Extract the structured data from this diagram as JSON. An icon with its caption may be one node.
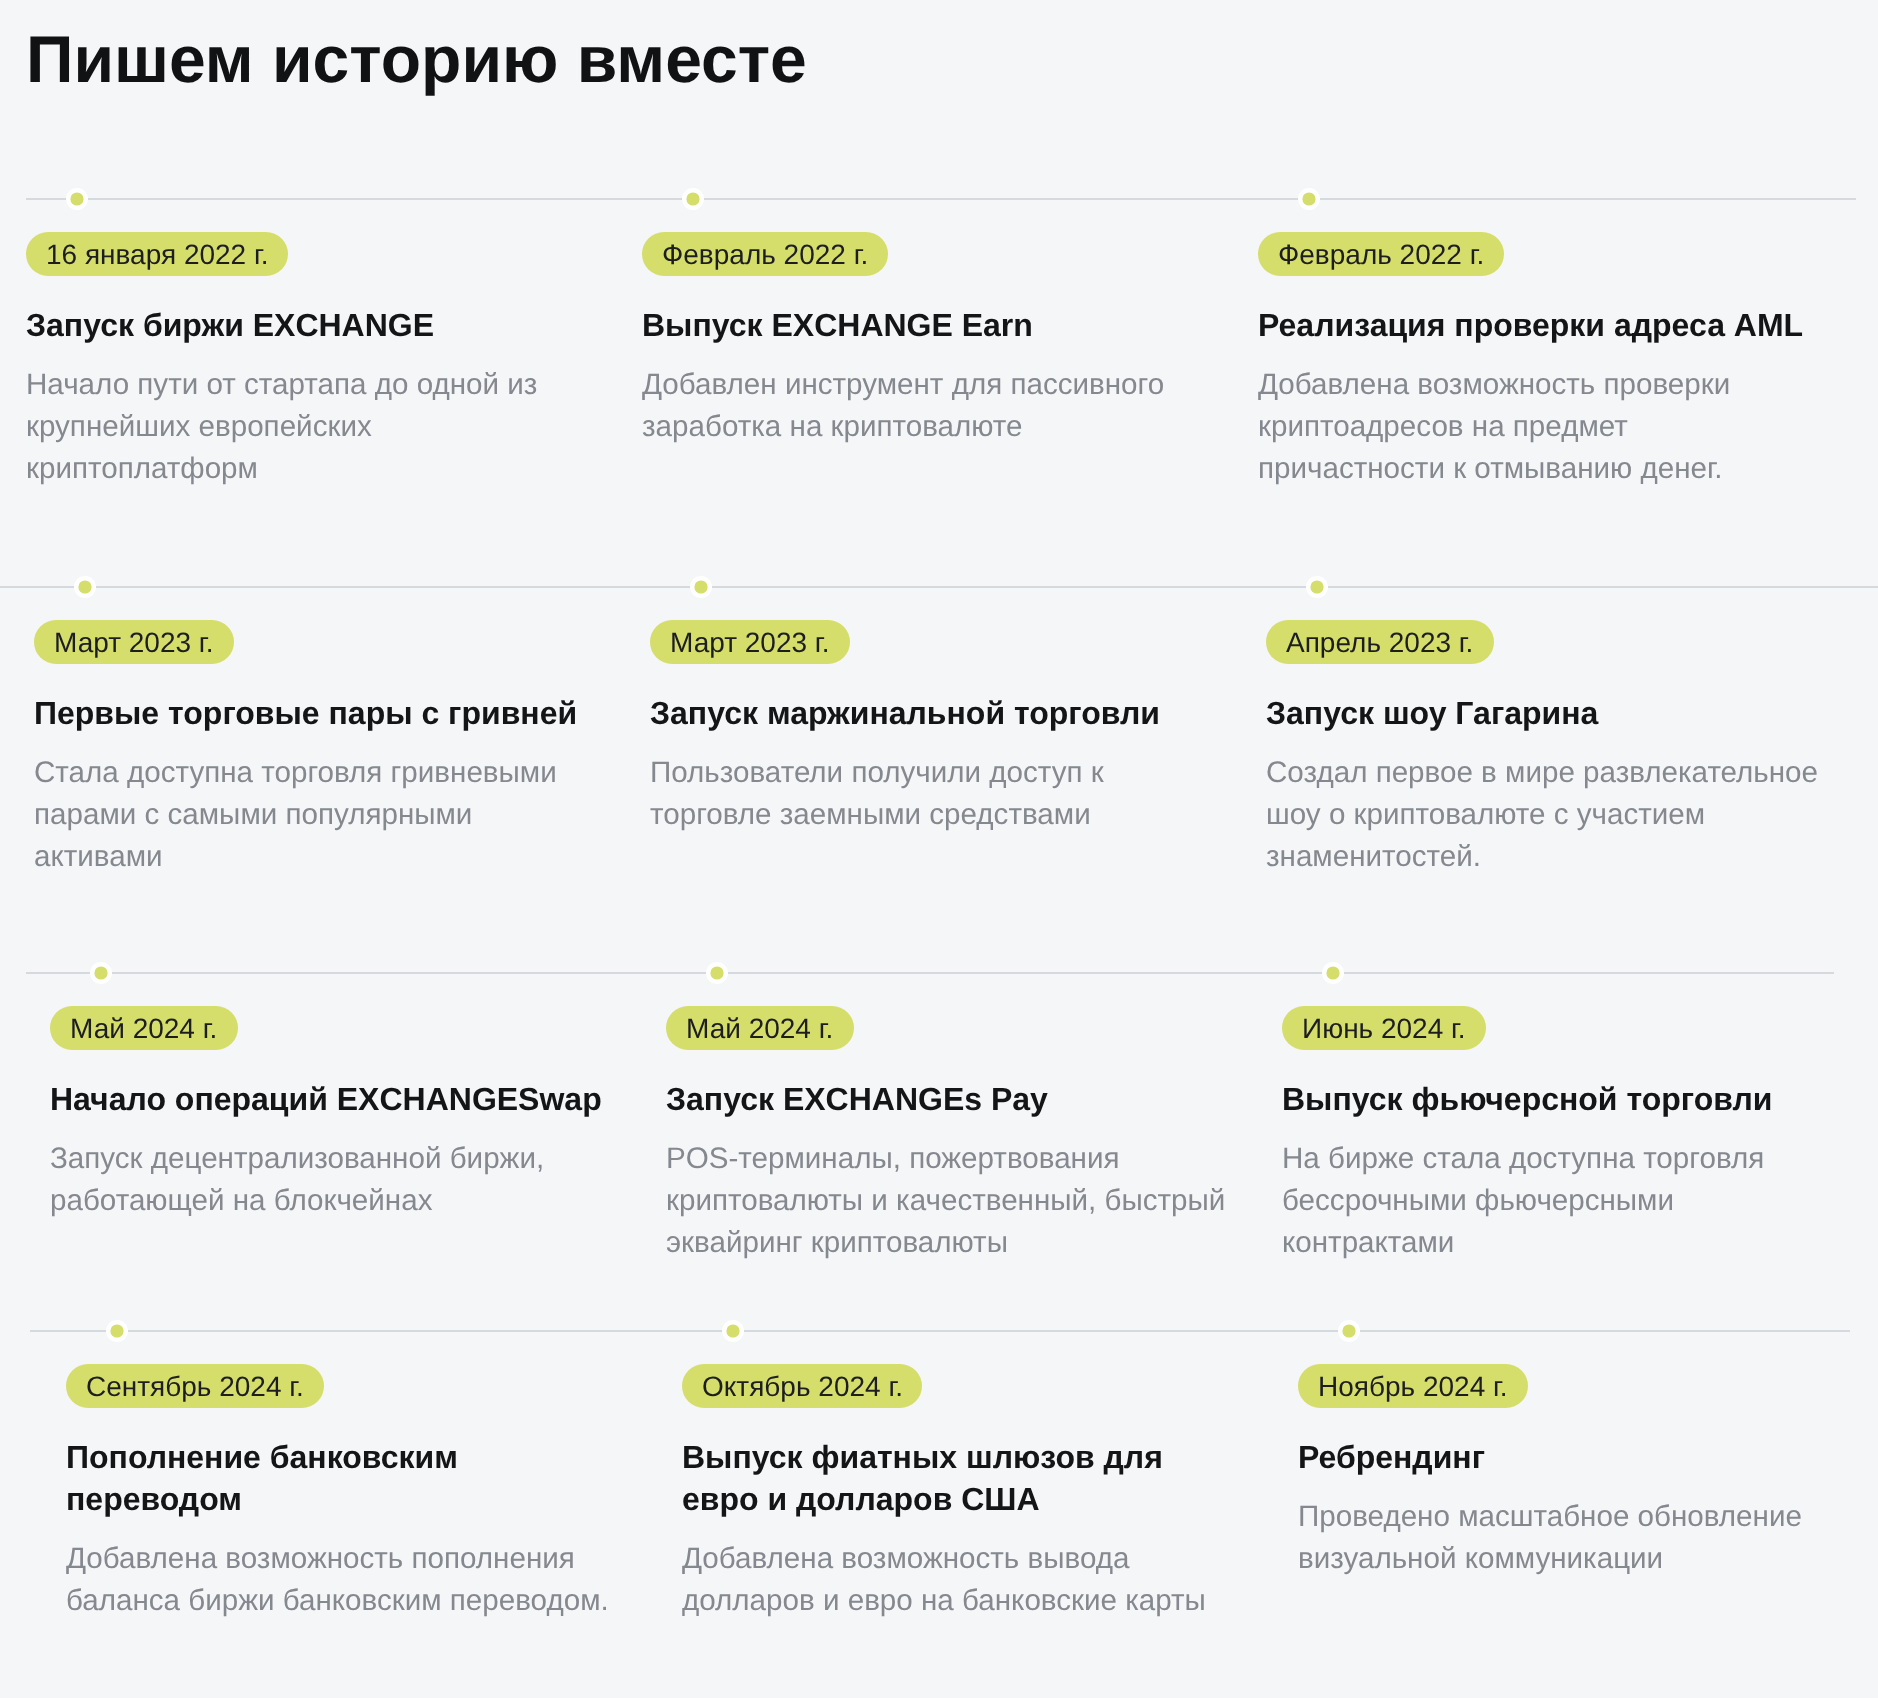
{
  "diagram": {
    "title": "Пишем историю вместе",
    "nodes": [
      {
        "text": [
          "16 января 2022 г."
        ],
        "beside": [
          "Запуск биржи EXCHANGE",
          "Начало пути от стартапа до одной из крупнейших европейских криптоплатформ"
        ]
      },
      {
        "text": [
          "Февраль 2022 г."
        ],
        "beside": [
          "Выпуск EXCHANGE Earn",
          "Добавлен инструмент для пассивного заработка на криптовалюте"
        ]
      },
      {
        "text": [
          "Февраль 2022 г."
        ],
        "beside": [
          "Реализация проверки адреса AML",
          "Добавлена возможность проверки криптоадресов на предмет причастности к отмыванию денег."
        ]
      },
      {
        "text": [
          "Март 2023 г."
        ],
        "beside": [
          "Первые торговые пары с гривней",
          "Стала доступна торговля гривневыми парами с самыми популярными активами"
        ]
      },
      {
        "text": [
          "Март 2023 г."
        ],
        "beside": [
          "Запуск маржинальной торговли",
          "Пользователи получили доступ к торговле заемными средствами"
        ]
      },
      {
        "text": [
          "Апрель 2023 г."
        ],
        "beside": [
          "Запуск шоу Гагарина",
          "Создал первое в мире развлекательное шоу о криптовалюте с участием знаменитостей."
        ]
      },
      {
        "text": [
          "Май 2024 г."
        ],
        "beside": [
          "Начало операций EXCHANGESwap",
          "Запуск децентрализованной биржи, работающей на блокчейнах"
        ]
      },
      {
        "text": [
          "Май 2024 г."
        ],
        "beside": [
          "Запуск EXCHANGEs Pay",
          "POS-терминалы, пожертвования криптовалюты и качественный, быстрый эквайринг криптовалюты"
        ]
      },
      {
        "text": [
          "Июнь 2024 г."
        ],
        "beside": [
          "Выпуск фьючерсной торговли",
          "На бирже стала доступна торговля бессрочными фьючерсными контрактами"
        ]
      },
      {
        "text": [
          "Сентябрь 2024 г."
        ],
        "beside": [
          "Пополнение банковским переводом",
          "Добавлена возможность пополнения баланса биржи банковским переводом."
        ]
      },
      {
        "text": [
          "Октябрь 2024 г."
        ],
        "beside": [
          "Выпуск фиатных шлюзов для евро и долларов США",
          "Добавлена возможность вывода долларов и евро на банковские карты"
        ]
      },
      {
        "text": [
          "Ноябрь 2024 г."
        ],
        "beside": [
          "Ребрендинг",
          "Проведено масштабное обновление визуальной коммуникации"
        ]
      }
    ]
  }
}
